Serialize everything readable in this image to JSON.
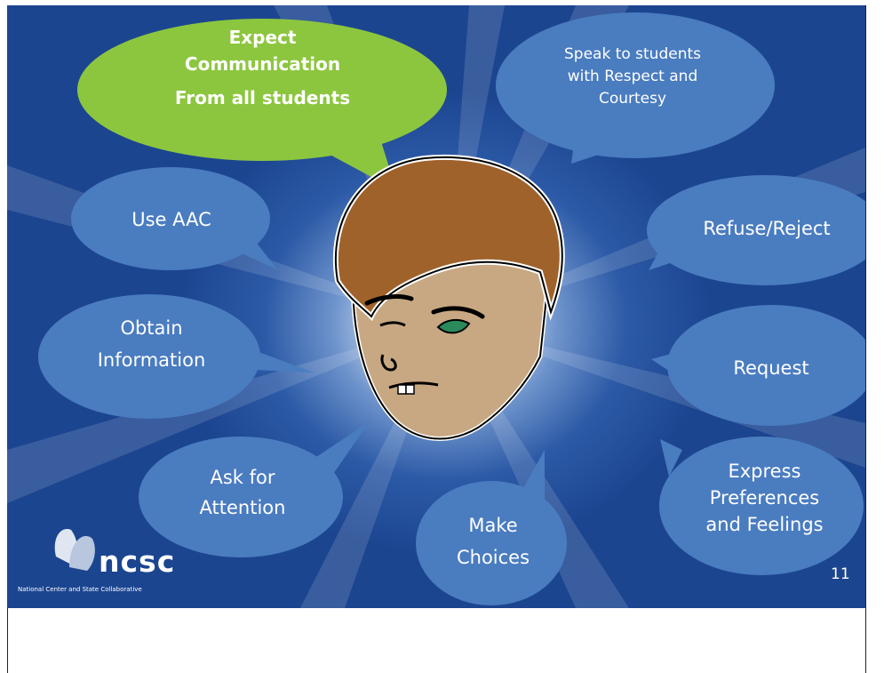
{
  "bubbles": [
    {
      "lines": [
        "Expect",
        "Communication",
        "From all students"
      ],
      "color": "#8cc63f"
    },
    {
      "lines": [
        "Speak to students",
        "with Respect and",
        "Courtesy"
      ],
      "color": "#4a7cc0"
    },
    {
      "lines": [
        "Use AAC"
      ],
      "color": "#4a7cc0"
    },
    {
      "lines": [
        "Refuse/Reject"
      ],
      "color": "#4a7cc0"
    },
    {
      "lines": [
        "Obtain",
        "Information"
      ],
      "color": "#4a7cc0"
    },
    {
      "lines": [
        "Request"
      ],
      "color": "#4a7cc0"
    },
    {
      "lines": [
        "Ask for",
        "Attention"
      ],
      "color": "#4a7cc0"
    },
    {
      "lines": [
        "Make",
        "Choices"
      ],
      "color": "#4a7cc0"
    },
    {
      "lines": [
        "Express",
        "Preferences",
        "and Feelings"
      ],
      "color": "#4a7cc0"
    }
  ],
  "logo": {
    "name": "ncsc",
    "subtitle": "National Center and State Collaborative"
  },
  "slide_number": "11",
  "colors": {
    "background_dark": "#1c4590",
    "glow_center": "#ffffff",
    "face_skin": "#c8a882",
    "hair": "#a0622b"
  }
}
